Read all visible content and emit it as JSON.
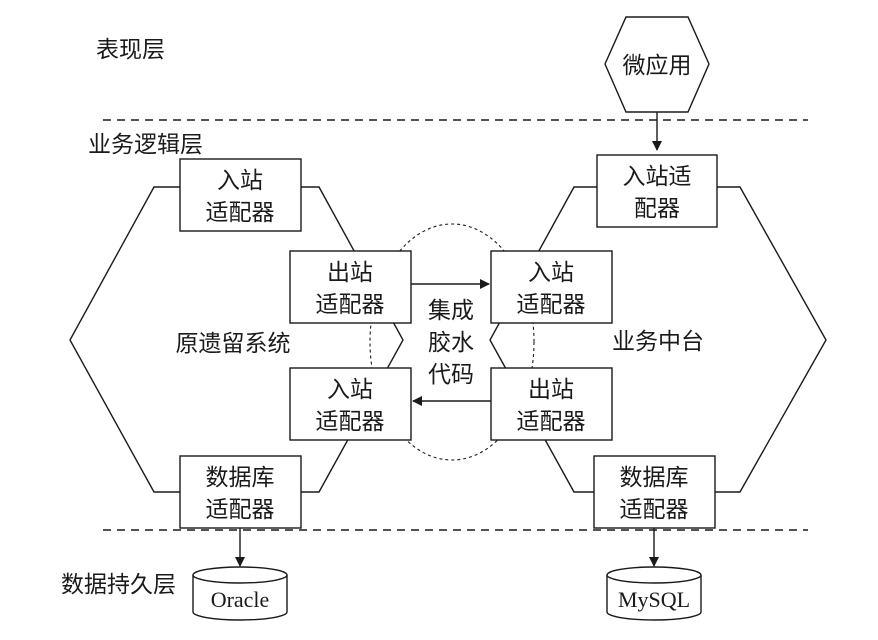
{
  "layers": {
    "presentation": "表现层",
    "business_logic": "业务逻辑层",
    "persistence": "数据持久层"
  },
  "micro_app": "微应用",
  "legacy": {
    "name": "原遗留系统",
    "inbound_top": [
      "入站",
      "适配器"
    ],
    "outbound": [
      "出站",
      "适配器"
    ],
    "inbound_bottom": [
      "入站",
      "适配器"
    ],
    "db_adapter": [
      "数据库",
      "适配器"
    ]
  },
  "middle_platform": {
    "name": "业务中台",
    "inbound_top": [
      "入站适",
      "配器"
    ],
    "inbound": [
      "入站",
      "适配器"
    ],
    "outbound": [
      "出站",
      "适配器"
    ],
    "db_adapter": [
      "数据库",
      "适配器"
    ]
  },
  "glue": [
    "集成",
    "胶水",
    "代码"
  ],
  "databases": {
    "left": "Oracle",
    "right": "MySQL"
  }
}
